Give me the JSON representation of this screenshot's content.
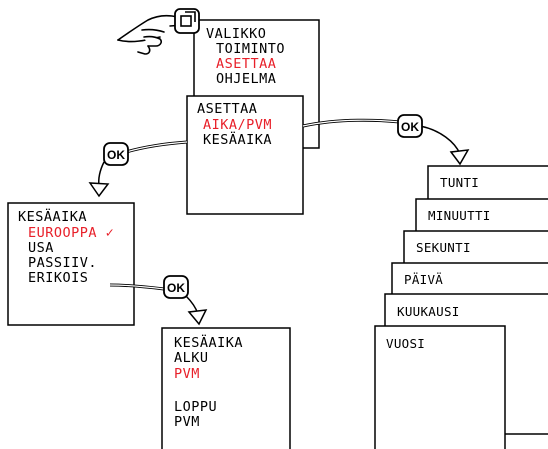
{
  "accent_color": "#e8202a",
  "text_color": "#000000",
  "ok_label": "OK",
  "menu_main": {
    "items": [
      "VALIKKO",
      "TOIMINTO",
      "ASETTAA",
      "OHJELMA"
    ],
    "selected_index": 2
  },
  "menu_settings": {
    "items": [
      "ASETTAA",
      "AIKA/PVM",
      "KESÄAIKA"
    ],
    "selected_index": 1
  },
  "menu_dst": {
    "items": [
      "KESÄAIKA",
      "EUROOPPA ✓",
      "USA",
      "PASSIIV.",
      "ERIKOIS"
    ],
    "selected_index": 1
  },
  "menu_special": {
    "items": [
      "KESÄAIKA",
      "ALKU",
      "PVM",
      "",
      "LOPPU",
      "PVM"
    ],
    "selected_index": 2
  },
  "time_cards": [
    "TUNTI",
    "MINUUTTI",
    "SEKUNTI",
    "PÄIVÄ",
    "KUUKAUSI",
    "VUOSI"
  ],
  "icons": [
    "hand-pointer-icon",
    "menu-button-icon",
    "ok-badge-icon",
    "curved-arrow-icon"
  ]
}
